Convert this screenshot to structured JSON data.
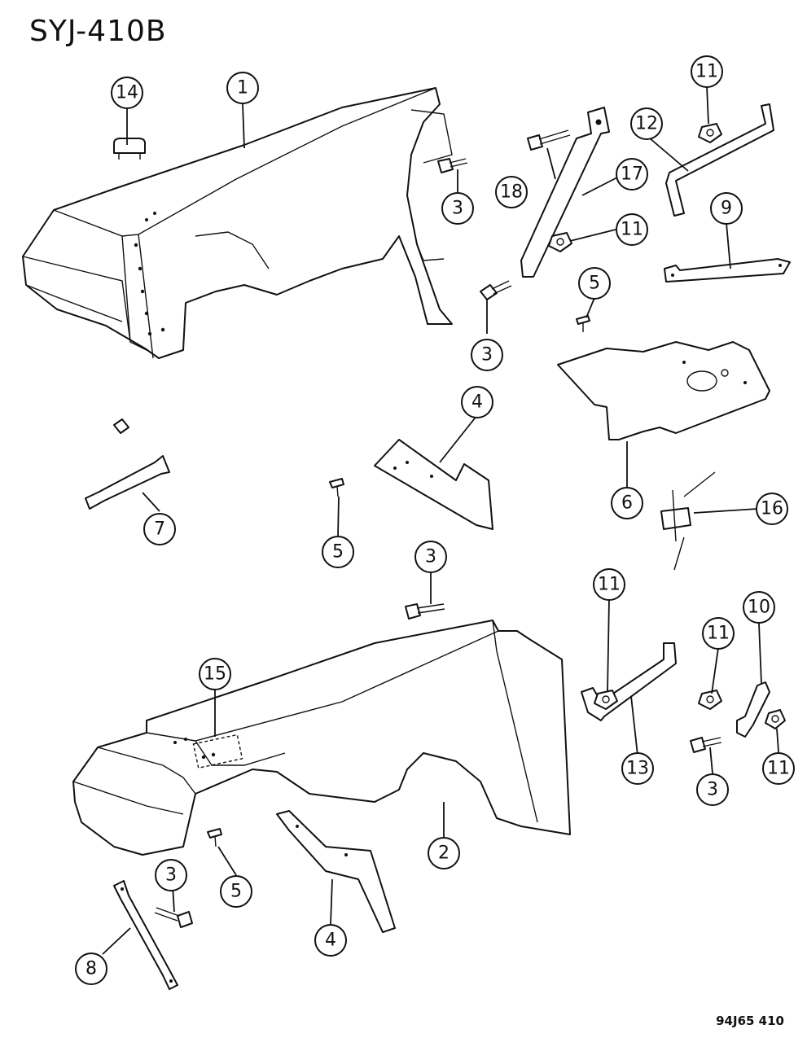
{
  "diagram_code": "SYJ-410B",
  "footer_code": "94J65  410",
  "callouts": [
    {
      "id": "c1",
      "label": "1"
    },
    {
      "id": "c2",
      "label": "2"
    },
    {
      "id": "c3a",
      "label": "3"
    },
    {
      "id": "c3b",
      "label": "3"
    },
    {
      "id": "c3c",
      "label": "3"
    },
    {
      "id": "c3d",
      "label": "3"
    },
    {
      "id": "c3e",
      "label": "3"
    },
    {
      "id": "c4a",
      "label": "4"
    },
    {
      "id": "c4b",
      "label": "4"
    },
    {
      "id": "c5a",
      "label": "5"
    },
    {
      "id": "c5b",
      "label": "5"
    },
    {
      "id": "c5c",
      "label": "5"
    },
    {
      "id": "c6",
      "label": "6"
    },
    {
      "id": "c7",
      "label": "7"
    },
    {
      "id": "c8",
      "label": "8"
    },
    {
      "id": "c9",
      "label": "9"
    },
    {
      "id": "c10",
      "label": "10"
    },
    {
      "id": "c11a",
      "label": "11"
    },
    {
      "id": "c11b",
      "label": "11"
    },
    {
      "id": "c11c",
      "label": "11"
    },
    {
      "id": "c11d",
      "label": "11"
    },
    {
      "id": "c11e",
      "label": "11"
    },
    {
      "id": "c12",
      "label": "12"
    },
    {
      "id": "c13",
      "label": "13"
    },
    {
      "id": "c14",
      "label": "14"
    },
    {
      "id": "c15",
      "label": "15"
    },
    {
      "id": "c16",
      "label": "16"
    },
    {
      "id": "c17",
      "label": "17"
    },
    {
      "id": "c18",
      "label": "18"
    }
  ]
}
